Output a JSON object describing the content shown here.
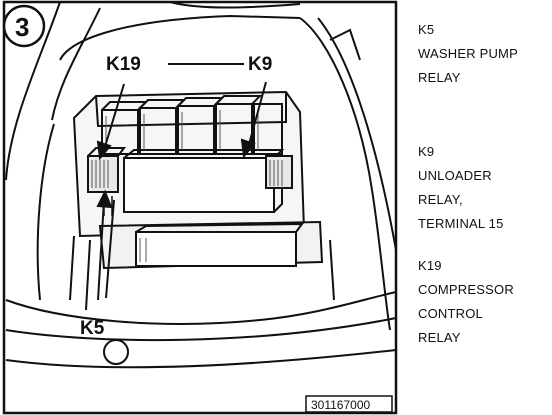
{
  "step_number": "3",
  "figure_number": "301167000",
  "callouts": {
    "k19": "K19",
    "k9": "K9",
    "k5": "K5"
  },
  "legend": {
    "k5": {
      "code": "K5",
      "lines": [
        "WASHER PUMP",
        "RELAY"
      ]
    },
    "k9": {
      "code": "K9",
      "lines": [
        "UNLOADER",
        "RELAY,",
        "TERMINAL 15"
      ]
    },
    "k19": {
      "code": "K19",
      "lines": [
        "COMPRESSOR",
        "CONTROL",
        "RELAY"
      ]
    }
  },
  "colors": {
    "ink": "#111111",
    "shadow": "#555555",
    "paper": "#ffffff"
  }
}
